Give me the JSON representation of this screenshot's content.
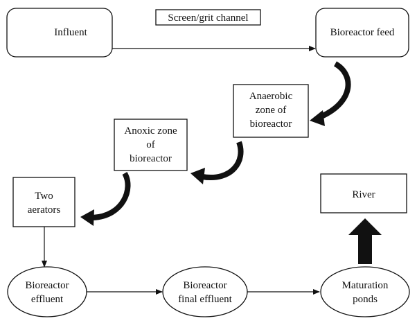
{
  "nodes": {
    "influent": "Influent",
    "screen_grit_channel": "Screen/grit channel",
    "bioreactor_feed": "Bioreactor feed",
    "anaerobic_zone": [
      "Anaerobic",
      "zone of",
      "bioreactor"
    ],
    "anoxic_zone": [
      "Anoxic zone",
      "of",
      "bioreactor"
    ],
    "two_aerators": [
      "Two",
      "aerators"
    ],
    "river": "River",
    "bioreactor_effluent": [
      "Bioreactor",
      "effluent"
    ],
    "bioreactor_final_effluent": [
      "Bioreactor",
      "final effluent"
    ],
    "maturation_ponds": [
      "Maturation",
      "ponds"
    ]
  }
}
